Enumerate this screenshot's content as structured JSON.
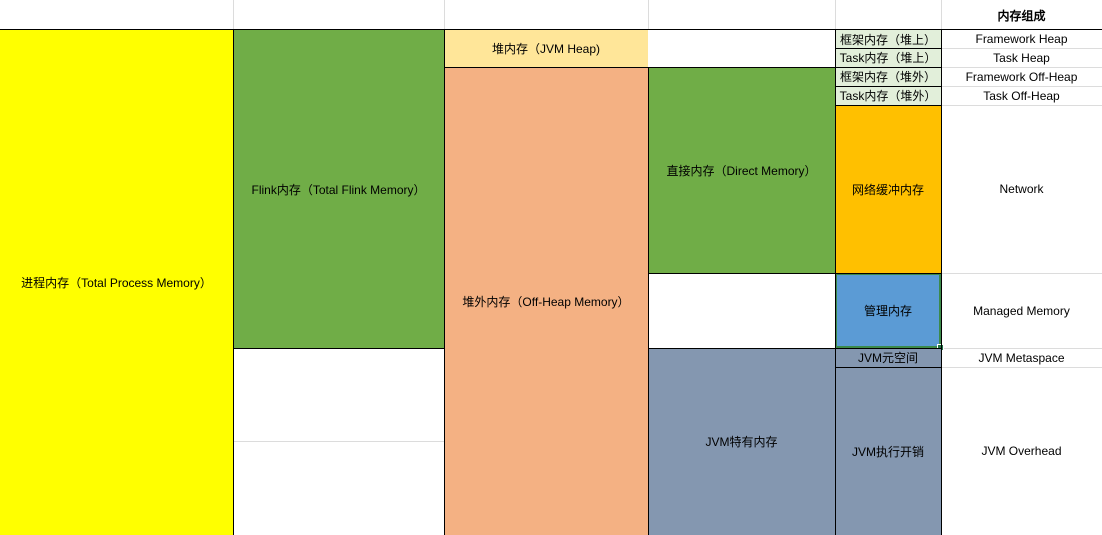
{
  "header": {
    "title": "内存组成"
  },
  "colors": {
    "yellow": "#ffff00",
    "green": "#70ad47",
    "light_orange": "#ffe699",
    "salmon": "#f4b183",
    "blue_gray": "#8497b0",
    "pale_green": "#e2efda",
    "orange": "#ffc000",
    "blue": "#5b9bd5"
  },
  "levels": {
    "process": "进程内存（Total Process Memory）",
    "flink": "Flink内存（Total Flink Memory）",
    "heap": "堆内存（JVM Heap)",
    "offheap": "堆外内存（Off-Heap Memory）",
    "direct": "直接内存（Direct Memory）",
    "jvm_specific": "JVM特有内存"
  },
  "components": [
    {
      "zh": "框架内存（堆上）",
      "en": "Framework Heap"
    },
    {
      "zh": "Task内存（堆上）",
      "en": "Task Heap"
    },
    {
      "zh": "框架内存（堆外）",
      "en": "Framework Off-Heap"
    },
    {
      "zh": "Task内存（堆外）",
      "en": "Task Off-Heap"
    },
    {
      "zh": "网络缓冲内存",
      "en": "Network"
    },
    {
      "zh": "管理内存",
      "en": "Managed Memory"
    },
    {
      "zh": "JVM元空间",
      "en": "JVM Metaspace"
    },
    {
      "zh": "JVM执行开销",
      "en": "JVM Overhead"
    }
  ]
}
